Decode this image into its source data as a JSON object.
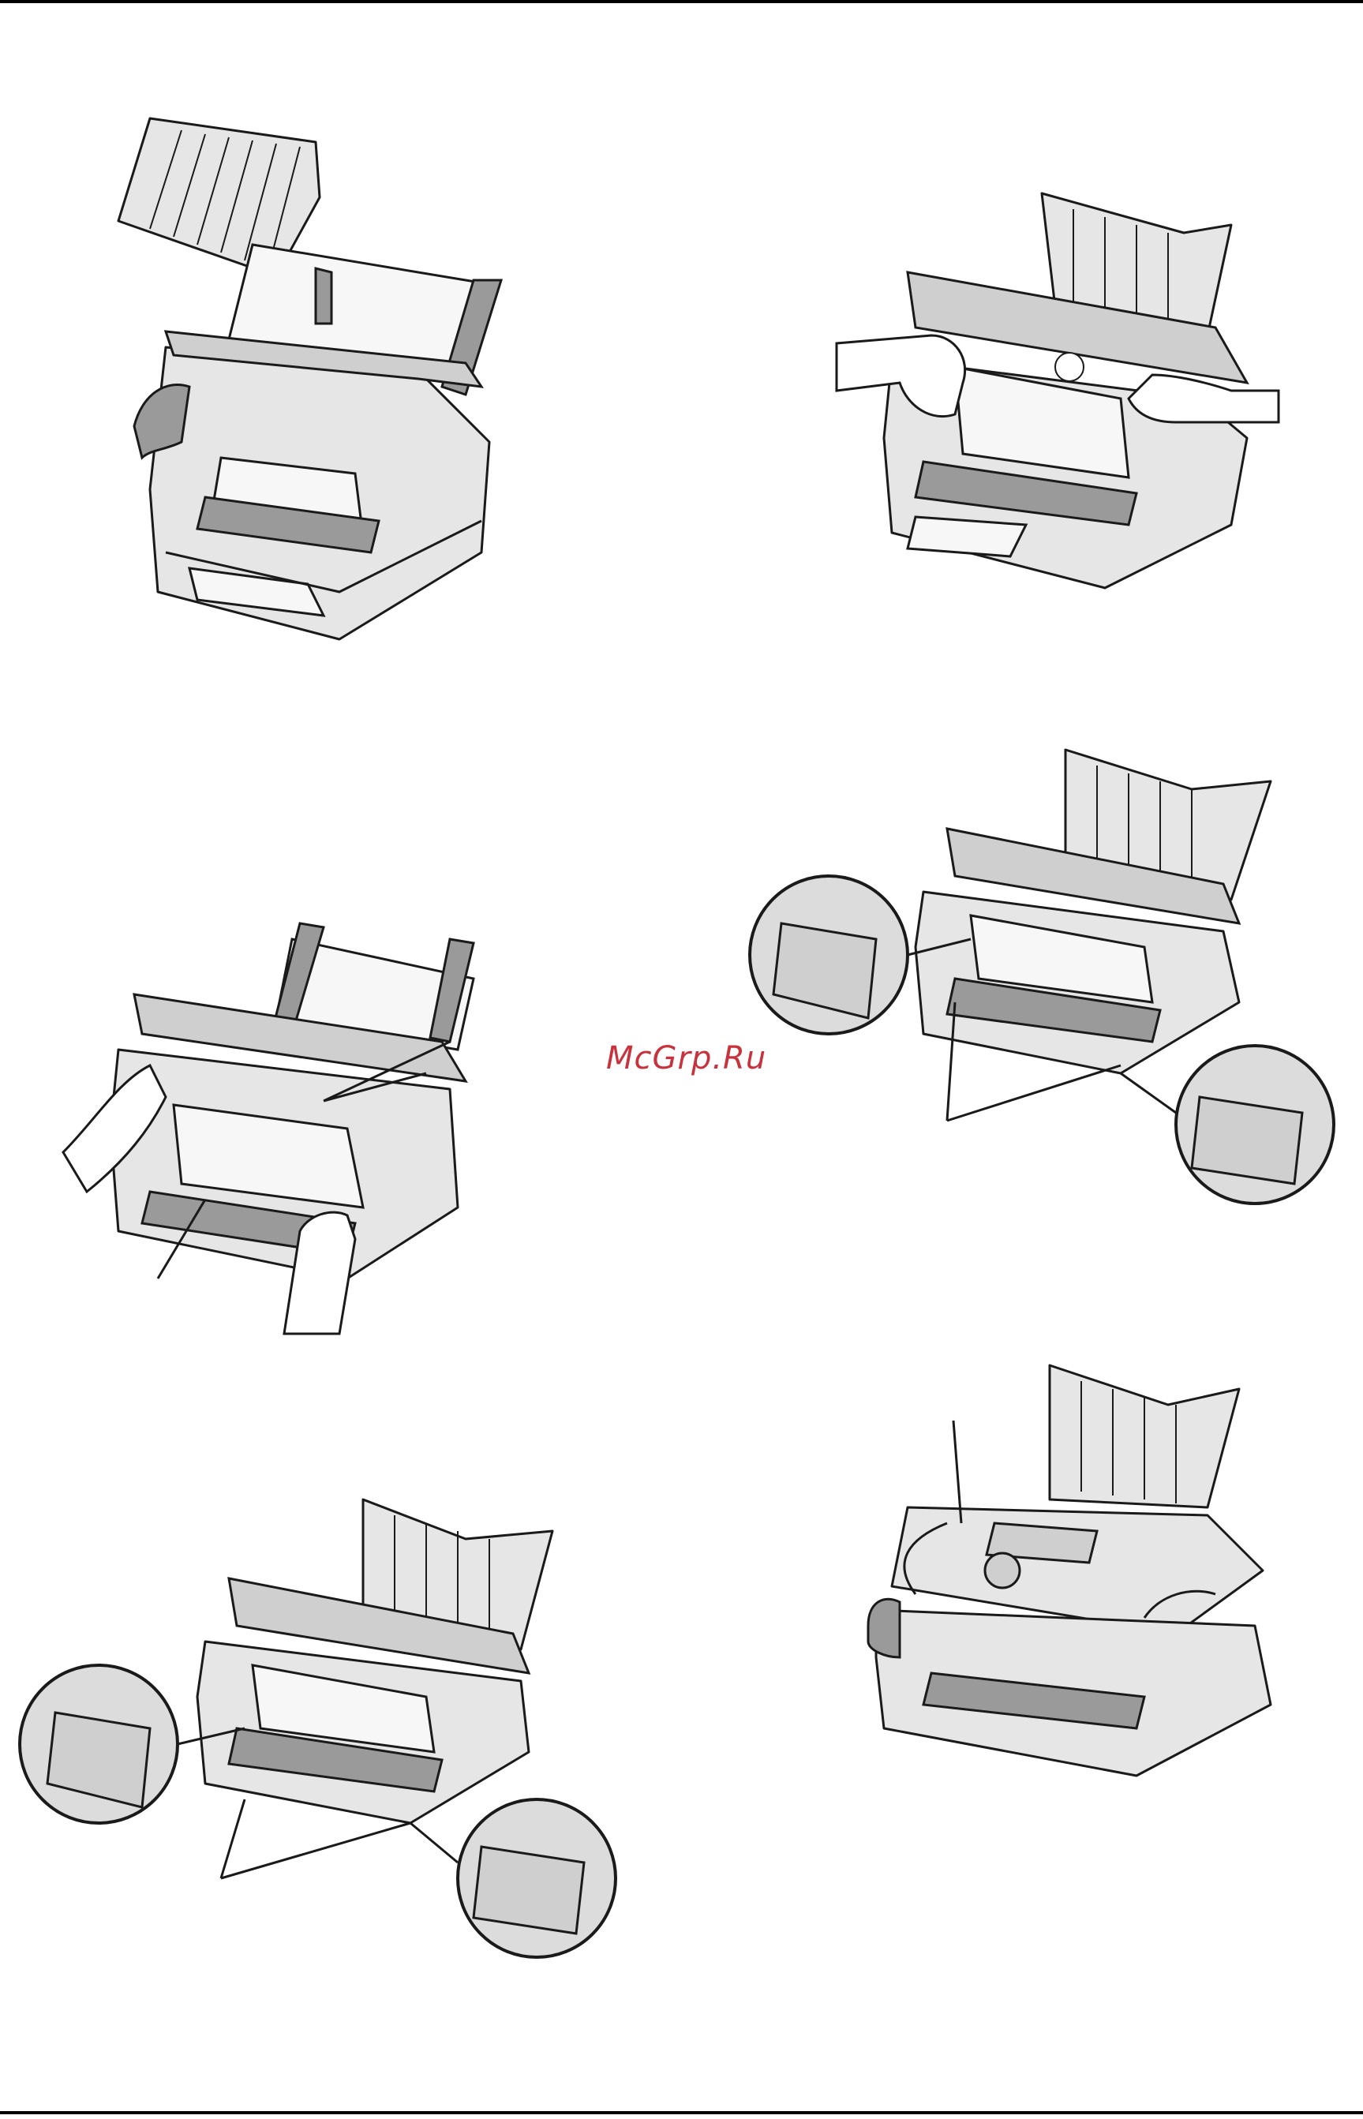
{
  "watermark": {
    "text": "McGrp.Ru",
    "color": "#c8323c"
  },
  "figures": [
    {
      "id": "fig1",
      "icon": "fax-remove-tray-illustration"
    },
    {
      "id": "fig2",
      "icon": "fax-pull-jammed-paper-illustration"
    },
    {
      "id": "fig3",
      "icon": "fax-remove-paper-from-feeder-illustration"
    },
    {
      "id": "fig4",
      "icon": "fax-release-levers-illustration"
    },
    {
      "id": "fig5",
      "icon": "fax-lock-levers-illustration"
    },
    {
      "id": "fig6",
      "icon": "fax-close-cover-illustration"
    }
  ]
}
